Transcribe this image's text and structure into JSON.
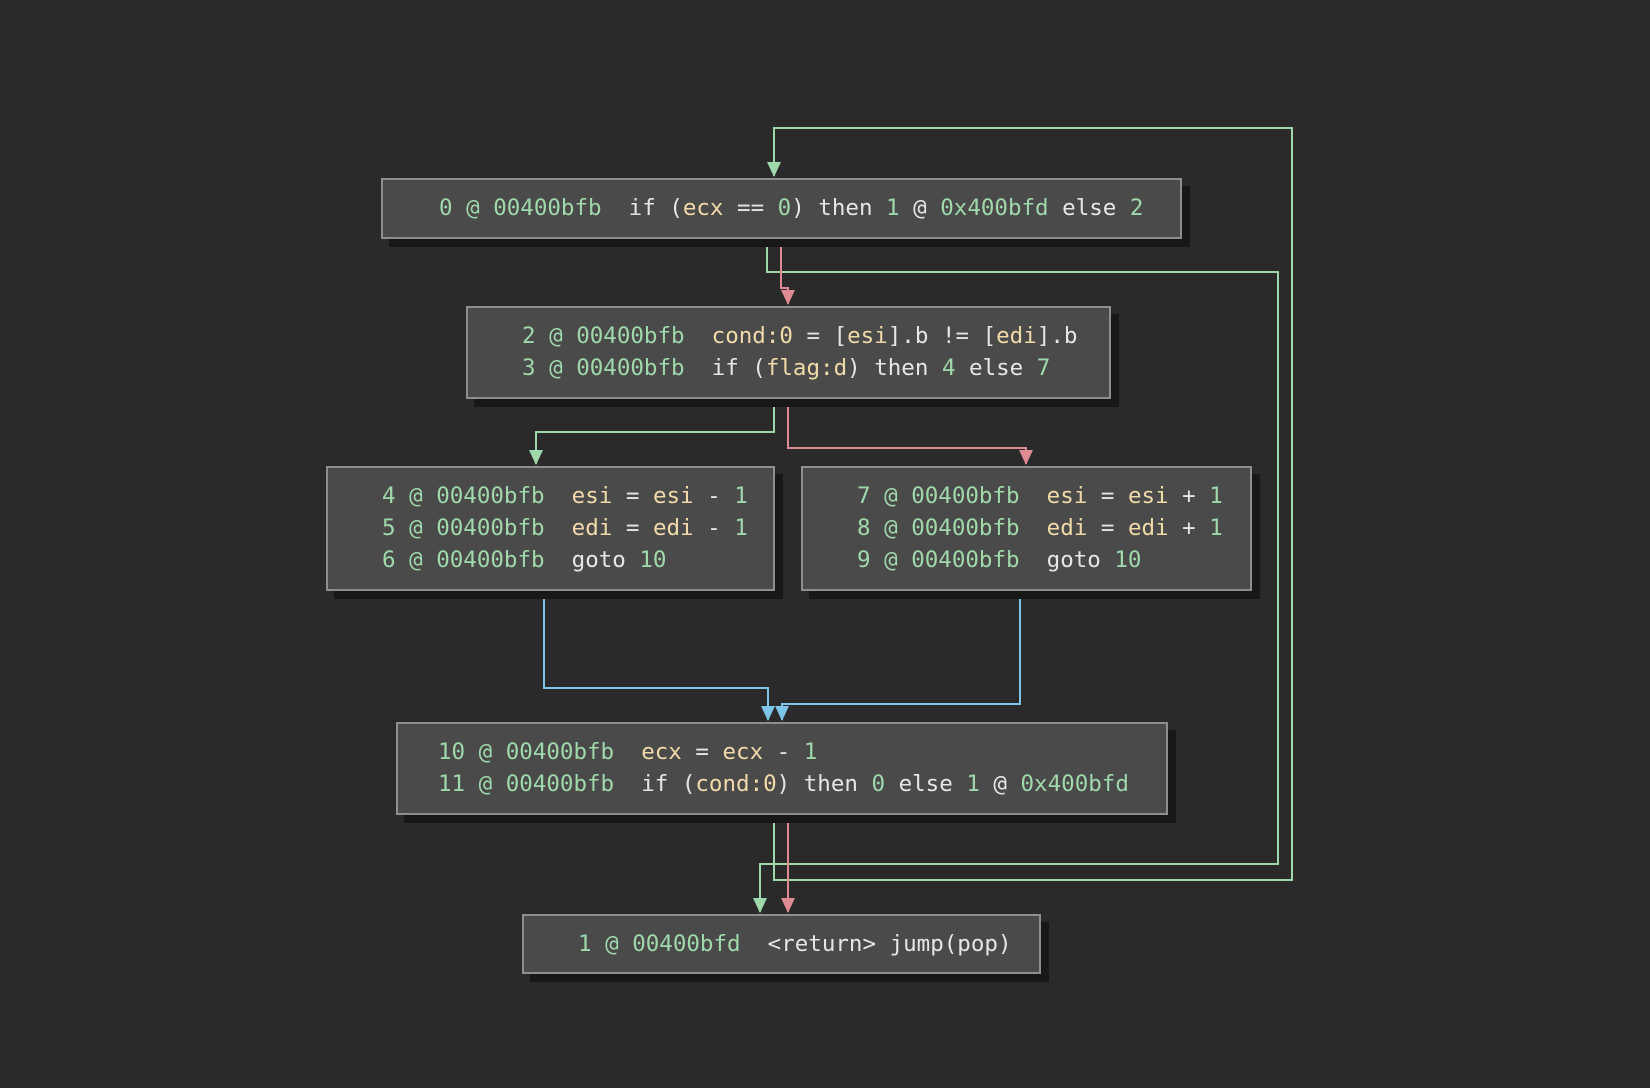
{
  "view": "control-flow-graph",
  "colors": {
    "background": "#2a2a2a",
    "block_fill": "#4a4a4a",
    "block_border": "#8e8e8e",
    "address": "#9fd8ab",
    "variable": "#f0dba8",
    "text": "#e0e0e0",
    "edge_true": "#9fd8ab",
    "edge_false": "#e08a94",
    "edge_unconditional": "#7cc4e8"
  },
  "blocks": [
    {
      "id": "block-0",
      "lines": [
        {
          "index": "0",
          "addr": "00400bfb",
          "tokens": [
            {
              "t": "kw",
              "v": "if ("
            },
            {
              "t": "var",
              "v": "ecx"
            },
            {
              "t": "op",
              "v": " == "
            },
            {
              "t": "num",
              "v": "0"
            },
            {
              "t": "kw",
              "v": ") then "
            },
            {
              "t": "num",
              "v": "1"
            },
            {
              "t": "op",
              "v": " @ "
            },
            {
              "t": "num",
              "v": "0x400bfd"
            },
            {
              "t": "kw",
              "v": " else "
            },
            {
              "t": "num",
              "v": "2"
            }
          ]
        }
      ]
    },
    {
      "id": "block-2",
      "lines": [
        {
          "index": "2",
          "addr": "00400bfb",
          "tokens": [
            {
              "t": "var",
              "v": "cond:0"
            },
            {
              "t": "op",
              "v": " = ["
            },
            {
              "t": "var",
              "v": "esi"
            },
            {
              "t": "op",
              "v": "].b != ["
            },
            {
              "t": "var",
              "v": "edi"
            },
            {
              "t": "op",
              "v": "].b"
            }
          ]
        },
        {
          "index": "3",
          "addr": "00400bfb",
          "tokens": [
            {
              "t": "kw",
              "v": "if ("
            },
            {
              "t": "var",
              "v": "flag:d"
            },
            {
              "t": "kw",
              "v": ") then "
            },
            {
              "t": "num",
              "v": "4"
            },
            {
              "t": "kw",
              "v": " else "
            },
            {
              "t": "num",
              "v": "7"
            }
          ]
        }
      ]
    },
    {
      "id": "block-4",
      "lines": [
        {
          "index": "4",
          "addr": "00400bfb",
          "tokens": [
            {
              "t": "var",
              "v": "esi"
            },
            {
              "t": "op",
              "v": " = "
            },
            {
              "t": "var",
              "v": "esi"
            },
            {
              "t": "op",
              "v": " - "
            },
            {
              "t": "num",
              "v": "1"
            }
          ]
        },
        {
          "index": "5",
          "addr": "00400bfb",
          "tokens": [
            {
              "t": "var",
              "v": "edi"
            },
            {
              "t": "op",
              "v": " = "
            },
            {
              "t": "var",
              "v": "edi"
            },
            {
              "t": "op",
              "v": " - "
            },
            {
              "t": "num",
              "v": "1"
            }
          ]
        },
        {
          "index": "6",
          "addr": "00400bfb",
          "tokens": [
            {
              "t": "kw",
              "v": "goto "
            },
            {
              "t": "num",
              "v": "10"
            }
          ]
        }
      ]
    },
    {
      "id": "block-7",
      "lines": [
        {
          "index": "7",
          "addr": "00400bfb",
          "tokens": [
            {
              "t": "var",
              "v": "esi"
            },
            {
              "t": "op",
              "v": " = "
            },
            {
              "t": "var",
              "v": "esi"
            },
            {
              "t": "op",
              "v": " + "
            },
            {
              "t": "num",
              "v": "1"
            }
          ]
        },
        {
          "index": "8",
          "addr": "00400bfb",
          "tokens": [
            {
              "t": "var",
              "v": "edi"
            },
            {
              "t": "op",
              "v": " = "
            },
            {
              "t": "var",
              "v": "edi"
            },
            {
              "t": "op",
              "v": " + "
            },
            {
              "t": "num",
              "v": "1"
            }
          ]
        },
        {
          "index": "9",
          "addr": "00400bfb",
          "tokens": [
            {
              "t": "kw",
              "v": "goto "
            },
            {
              "t": "num",
              "v": "10"
            }
          ]
        }
      ]
    },
    {
      "id": "block-10",
      "lines": [
        {
          "index": "10",
          "addr": "00400bfb",
          "tokens": [
            {
              "t": "var",
              "v": "ecx"
            },
            {
              "t": "op",
              "v": " = "
            },
            {
              "t": "var",
              "v": "ecx"
            },
            {
              "t": "op",
              "v": " - "
            },
            {
              "t": "num",
              "v": "1"
            }
          ]
        },
        {
          "index": "11",
          "addr": "00400bfb",
          "tokens": [
            {
              "t": "kw",
              "v": "if ("
            },
            {
              "t": "var",
              "v": "cond:0"
            },
            {
              "t": "kw",
              "v": ") then "
            },
            {
              "t": "num",
              "v": "0"
            },
            {
              "t": "kw",
              "v": " else "
            },
            {
              "t": "num",
              "v": "1"
            },
            {
              "t": "op",
              "v": " @ "
            },
            {
              "t": "num",
              "v": "0x400bfd"
            }
          ]
        }
      ]
    },
    {
      "id": "block-1",
      "lines": [
        {
          "index": "1",
          "addr": "00400bfd",
          "tokens": [
            {
              "t": "kw",
              "v": "<return> jump(pop)"
            }
          ]
        }
      ]
    }
  ],
  "edges": [
    {
      "from": "block-0",
      "to": "block-2",
      "kind": "false"
    },
    {
      "from": "block-0",
      "to": "block-1",
      "kind": "true"
    },
    {
      "from": "block-2",
      "to": "block-4",
      "kind": "true"
    },
    {
      "from": "block-2",
      "to": "block-7",
      "kind": "false"
    },
    {
      "from": "block-4",
      "to": "block-10",
      "kind": "unconditional"
    },
    {
      "from": "block-7",
      "to": "block-10",
      "kind": "unconditional"
    },
    {
      "from": "block-10",
      "to": "block-0",
      "kind": "true"
    },
    {
      "from": "block-10",
      "to": "block-1",
      "kind": "false"
    }
  ]
}
